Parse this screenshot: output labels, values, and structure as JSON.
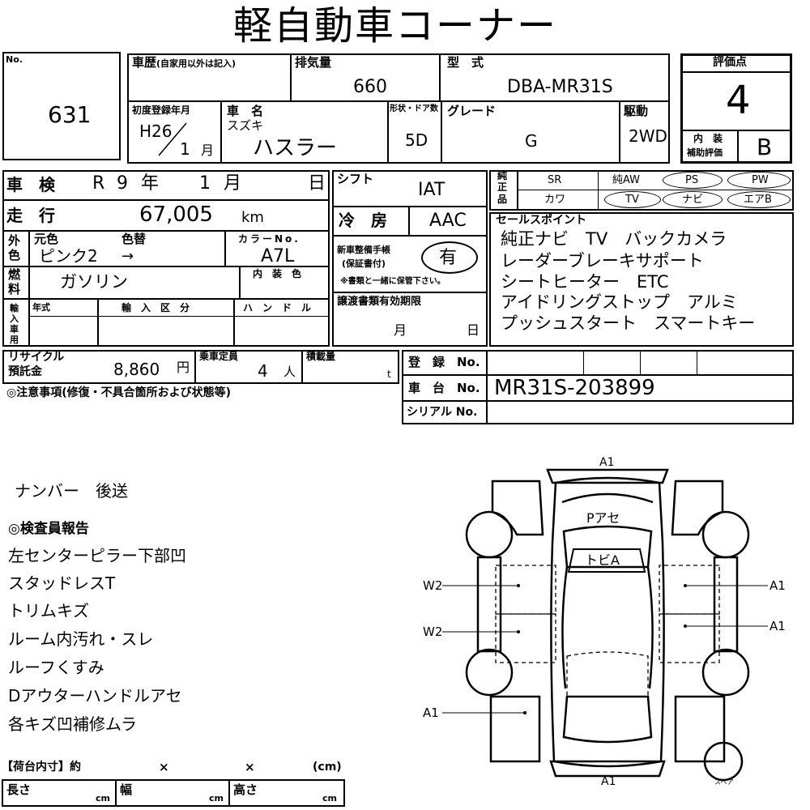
{
  "title": "軽自動車コーナー",
  "lot": {
    "label": "No.",
    "number": "631"
  },
  "history": {
    "label": "車歴",
    "sub": "(自家用以外は記入)"
  },
  "displacement": {
    "label": "排気量",
    "value": "660"
  },
  "model_type": {
    "label": "型　式",
    "value": "DBA-MR31S"
  },
  "score": {
    "label": "評価点",
    "value": "4",
    "interior_label1": "内　装",
    "interior_label2": "補助評価",
    "interior_value": "B"
  },
  "first_reg": {
    "label": "初度登録年月",
    "era": "H26",
    "month": "1",
    "month_unit": "月"
  },
  "car_name": {
    "label": "車　名",
    "maker": "スズキ",
    "model": "ハスラー"
  },
  "doors": {
    "label": "形状・ドア数",
    "value": "5D"
  },
  "grade": {
    "label": "グレード",
    "value": "G"
  },
  "drive": {
    "label": "駆動",
    "value": "2WD"
  },
  "inspection": {
    "label": "車　検",
    "era": "R",
    "year": "9",
    "year_unit": "年",
    "month": "1",
    "month_unit": "月",
    "day_unit": "日"
  },
  "shift": {
    "label": "シフト",
    "value": "IAT"
  },
  "equipment": {
    "label1": "純",
    "label2": "正",
    "label3": "品",
    "sr": "SR",
    "aw": "純AW",
    "ps": "PS",
    "pw": "PW",
    "kawa": "カワ",
    "tv": "TV",
    "navi": "ナビ",
    "ac": "エアB"
  },
  "mileage": {
    "label": "走　行",
    "value": "67,005",
    "unit": "km"
  },
  "aircon": {
    "label": "冷　房",
    "value": "AAC"
  },
  "sales_points": {
    "label": "セールスポイント",
    "lines": [
      "純正ナビ　TV　バックカメラ",
      "レーダーブレーキサポート",
      "シートヒーター　ETC",
      "アイドリングストップ　アルミ",
      "プッシュスタート　スマートキー"
    ]
  },
  "color": {
    "side1": "外",
    "side2": "色",
    "orig_label": "元色",
    "change_label": "色替",
    "value": "ピンク2",
    "arrow": "→",
    "code_label": "カラーNo.",
    "code": "A7L"
  },
  "manual": {
    "label1": "新車整備手帳",
    "label2": "(保証書付)",
    "value": "有",
    "note": "※書類と一緒に保管下さい。"
  },
  "fuel": {
    "side1": "燃",
    "side2": "料",
    "value": "ガソリン",
    "interior_color_label": "内　装　色"
  },
  "import": {
    "side": "輸入車用",
    "year_label": "年式",
    "class_label": "輸　入　区　分",
    "handle_label": "ハ　ン　ド　ル"
  },
  "transfer": {
    "label": "譲渡書類有効期限",
    "month_unit": "月",
    "day_unit": "日"
  },
  "recycle": {
    "label1": "リサイクル",
    "label2": "預託金",
    "value": "8,860",
    "unit": "円"
  },
  "capacity": {
    "label": "乗車定員",
    "value": "4",
    "unit": "人"
  },
  "load": {
    "label": "積載量",
    "unit": "t"
  },
  "registration": {
    "label": "登　録　No."
  },
  "chassis": {
    "label": "車　台　No.",
    "value": "MR31S-203899"
  },
  "serial": {
    "label": "シリアル No."
  },
  "notes_label": "◎注意事項(修復・不具合箇所および状態等)",
  "plate": "ナンバー　後送",
  "inspector": {
    "title": "◎検査員報告",
    "lines": [
      "左センターピラー下部凹",
      "スタッドレスT",
      "トリムキズ",
      "ルーム内汚れ・スレ",
      "ルーフくすみ",
      "Dアウターハンドルアセ",
      "各キズ凹補修ムラ"
    ]
  },
  "cargo": {
    "label": "【荷台内寸】約",
    "x1": "×",
    "x2": "×",
    "unit": "(cm)",
    "length": "長さ",
    "width": "幅",
    "height": "高さ",
    "cm": "cm"
  },
  "diagram": {
    "front_top": "A1",
    "rear_bottom": "A1",
    "hood": "Pアセ",
    "bumper": "トビA",
    "left_w2_a": "W2",
    "left_w2_b": "W2",
    "left_a1": "A1",
    "right_a1_a": "A1",
    "right_a1_b": "A1",
    "spare": "スペア"
  }
}
